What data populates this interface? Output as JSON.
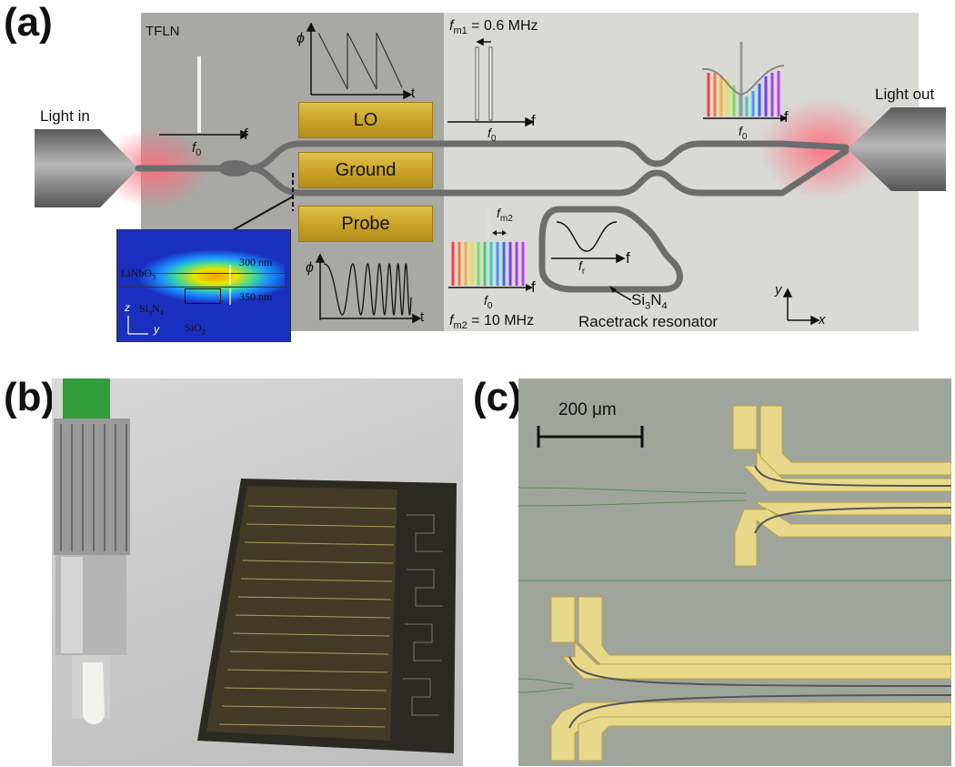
{
  "panels": {
    "a": "(a)",
    "b": "(b)",
    "c": "(c)"
  },
  "panel_a": {
    "tfln": "TFLN",
    "light_in": "Light in",
    "light_out": "Light out",
    "lo": "LO",
    "ground": "Ground",
    "probe": "Probe",
    "phi": "ϕ",
    "t": "t",
    "f": "f",
    "f0": "f",
    "f0_sub": "0",
    "fm1_prefix": "f",
    "fm1_sub": "m1",
    "fm1_value": " = 0.6 MHz",
    "fm2_prefix": "f",
    "fm2_sub": "m2",
    "fm2_value": " = 10 MHz",
    "fm2_label_prefix": "f",
    "fm2_label_sub": "m2",
    "fr_prefix": "f",
    "fr_sub": "r",
    "si3n4_a": "Si",
    "si3n4_b": "3",
    "si3n4_c": "N",
    "si3n4_d": "4",
    "racetrack": "Racetrack resonator",
    "axis_y": "y",
    "axis_x": "x",
    "inset": {
      "linbo3": "LiNbO",
      "linbo3_sub": "3",
      "thick1": "300 nm",
      "thick2": "350 nm",
      "si3n4": "Si",
      "si3n4_sub3": "3",
      "si3n4_n": "N",
      "si3n4_sub4": "4",
      "sio2": "SiO",
      "sio2_sub": "2",
      "z": "z",
      "y": "y"
    },
    "colors": {
      "chip": "#d6d6d2",
      "tfln_region": "#a9a9a6",
      "waveguide": "#6f6f6f",
      "gold": "#c9a226",
      "laser_glow": "#ff5a6a"
    }
  },
  "panel_c": {
    "scale_bar": "200 μm"
  }
}
